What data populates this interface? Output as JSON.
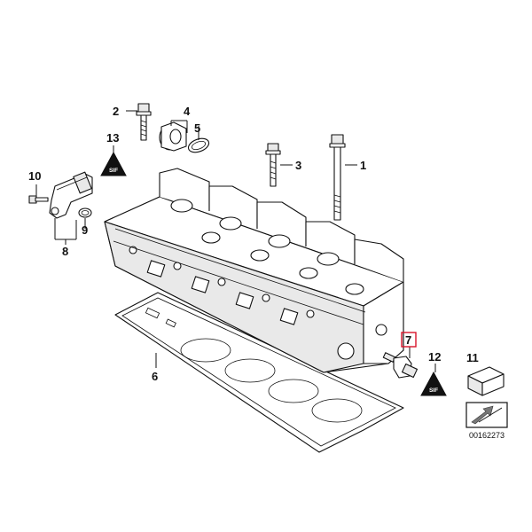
{
  "callouts": [
    {
      "id": "c1",
      "label": "1"
    },
    {
      "id": "c2",
      "label": "2"
    },
    {
      "id": "c3",
      "label": "3"
    },
    {
      "id": "c4",
      "label": "4"
    },
    {
      "id": "c5",
      "label": "5"
    },
    {
      "id": "c6",
      "label": "6"
    },
    {
      "id": "c7",
      "label": "7"
    },
    {
      "id": "c8",
      "label": "8"
    },
    {
      "id": "c9",
      "label": "9"
    },
    {
      "id": "c10",
      "label": "10"
    },
    {
      "id": "c11",
      "label": "11"
    },
    {
      "id": "c12",
      "label": "12"
    },
    {
      "id": "c13",
      "label": "13"
    }
  ],
  "highlighted_callout": "7",
  "highlight_color": "#d9142a",
  "warning_symbol_text": "SIF",
  "part_number": "00162273",
  "icons": [
    "warning-triangle-icon",
    "grease-pack-icon",
    "arrow-reference-icon"
  ]
}
